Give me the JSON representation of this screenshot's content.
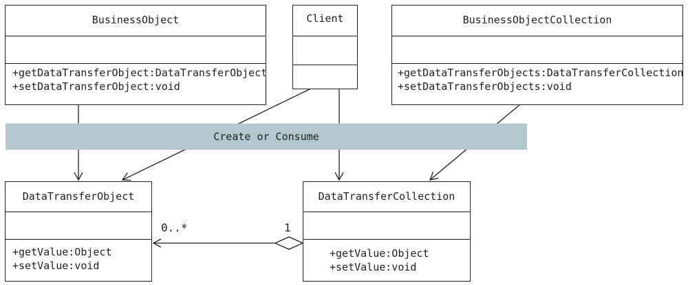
{
  "classes": {
    "business_object": {
      "name": "BusinessObject",
      "operations": [
        "+getDataTransferObject:DataTransferObject",
        "+setDataTransferObject:void"
      ]
    },
    "client": {
      "name": "Client"
    },
    "business_object_collection": {
      "name": "BusinessObjectCollection",
      "operations": [
        "+getDataTransferObjects:DataTransferCollection",
        "+setDataTransferObjects:void"
      ]
    },
    "data_transfer_object": {
      "name": "DataTransferObject",
      "operations": [
        "+getValue:Object",
        "+setValue:void"
      ]
    },
    "data_transfer_collection": {
      "name": "DataTransferCollection",
      "operations": [
        "+getValue:Object",
        "+setValue:void"
      ]
    }
  },
  "band": {
    "label": "Create or Consume",
    "color": "#b3c8ce"
  },
  "aggregation": {
    "source_multiplicity": "0..*",
    "target_multiplicity": "1"
  }
}
